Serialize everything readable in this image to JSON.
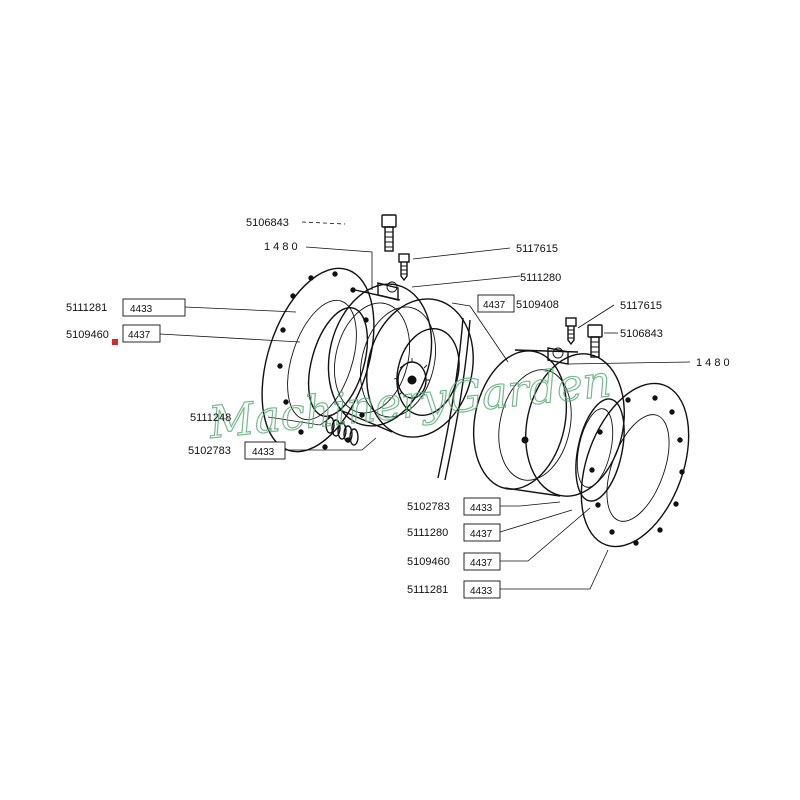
{
  "watermark": "MachineryGarden",
  "colors": {
    "ink": "#111111",
    "watermark": "#5fae7a",
    "marker": "#d9262b"
  },
  "labels": {
    "l5106843_top": "5106843",
    "l1480_top": "1 4 8 0",
    "l5117615_top": "5117615",
    "l5111280_top": "5111280",
    "l5111281_left": "5111281",
    "l5109460_left": "5109460",
    "l5109408": "5109408",
    "l5117615_right": "5117615",
    "l5106843_right": "5106843",
    "l1480_right": "1 4 8 0",
    "l5111248": "5111248",
    "l5102783_left": "5102783",
    "l5102783_bottom": "5102783",
    "l5111280_bottom": "5111280",
    "l5109460_bottom": "5109460",
    "l5111281_bottom": "5111281"
  },
  "boxes": {
    "b5111281_left": "4433",
    "b5109460_left": "4437",
    "b5109408": "4437",
    "b5102783_left": "4433",
    "b5102783_bottom": "4433",
    "b5111280_bottom": "4437",
    "b5109460_bottom": "4437",
    "b5111281_bottom": "4433"
  }
}
